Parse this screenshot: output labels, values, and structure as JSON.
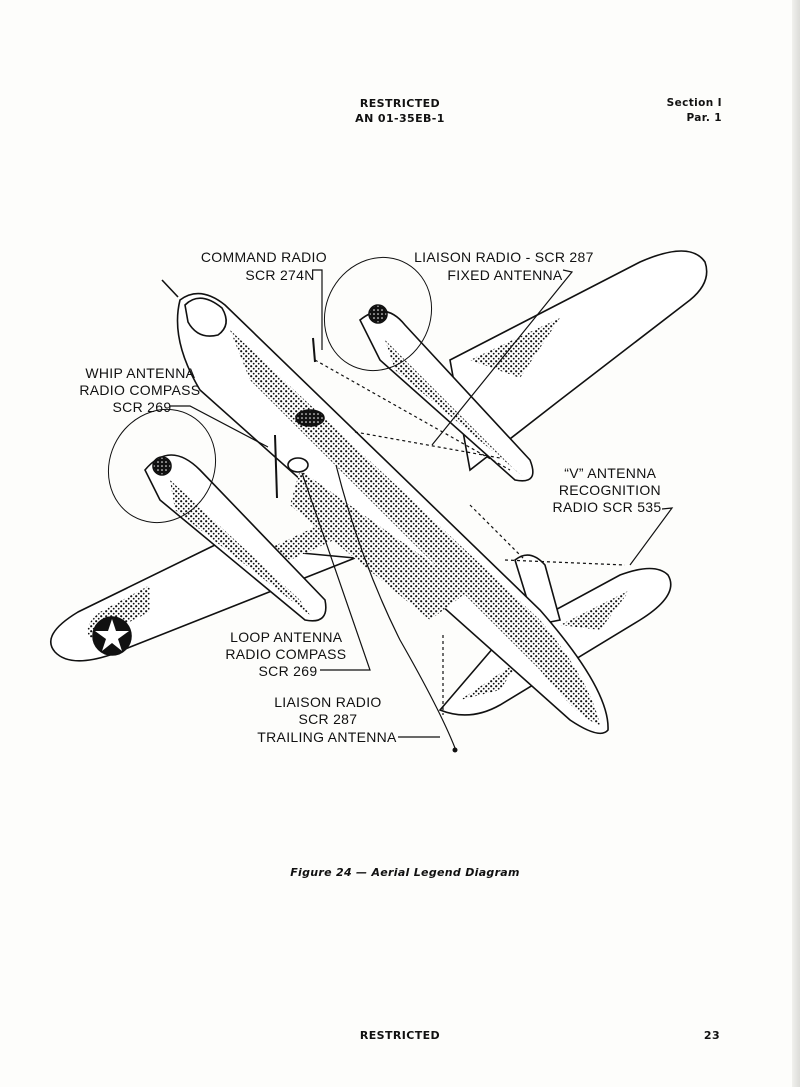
{
  "header": {
    "classification": "RESTRICTED",
    "doc_number": "AN 01-35EB-1",
    "section": "Section I",
    "paragraph": "Par. 1"
  },
  "diagram": {
    "labels": {
      "command_radio": [
        "COMMAND RADIO",
        "SCR 274N"
      ],
      "liaison_fixed": [
        "LIAISON RADIO - SCR 287",
        "FIXED ANTENNA"
      ],
      "whip_antenna": [
        "WHIP ANTENNA",
        "RADIO COMPASS",
        "SCR 269"
      ],
      "v_antenna": [
        "“V” ANTENNA",
        "RECOGNITION",
        "RADIO SCR 535"
      ],
      "loop_antenna": [
        "LOOP ANTENNA",
        "RADIO COMPASS",
        "SCR 269"
      ],
      "liaison_trailing": [
        "LIAISON RADIO",
        "SCR 287",
        "TRAILING ANTENNA"
      ]
    }
  },
  "caption": "Figure 24 — Aerial Legend Diagram",
  "footer": {
    "classification": "RESTRICTED",
    "page_number": "23"
  }
}
